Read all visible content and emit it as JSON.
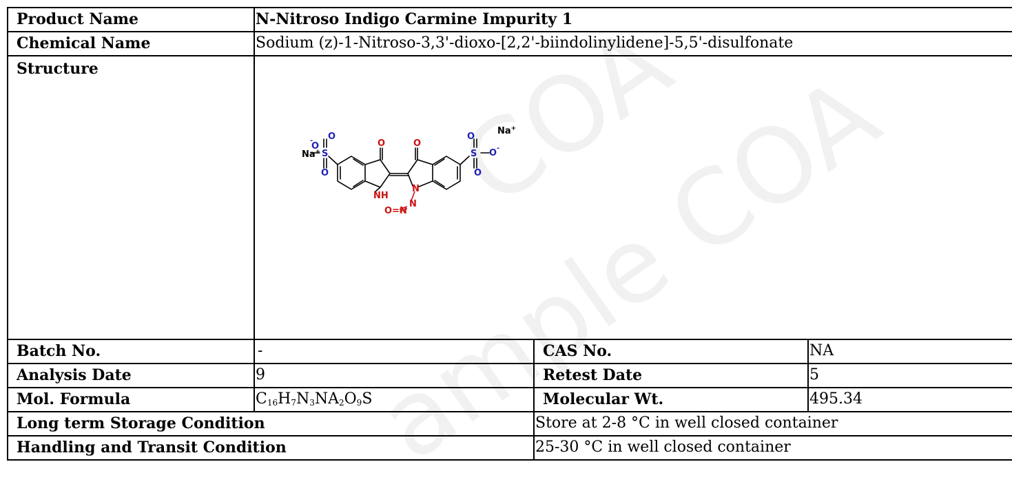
{
  "rows": {
    "product_name": {
      "label": "Product Name",
      "value": "N-Nitroso Indigo Carmine Impurity 1"
    },
    "chemical_name": {
      "label": "Chemical Name",
      "value": "Sodium (z)-1-Nitroso-3,3'-dioxo-[2,2'-biindolinylidene]-5,5'-disulfonate"
    },
    "structure": {
      "label": "Structure"
    },
    "batch_no": {
      "label": "Batch No.",
      "value": "-"
    },
    "cas_no": {
      "label": "CAS No.",
      "value": "NA"
    },
    "analysis_date": {
      "label": "Analysis Date",
      "value": "9"
    },
    "retest_date": {
      "label": "Retest Date",
      "value": "5"
    },
    "mol_formula": {
      "label": "Mol. Formula",
      "parts": [
        {
          "el": "C",
          "n": "16"
        },
        {
          "el": "H",
          "n": "7"
        },
        {
          "el": "N",
          "n": "3"
        },
        {
          "el": "NA",
          "n": "2"
        },
        {
          "el": "O",
          "n": "9"
        },
        {
          "el": "S",
          "n": ""
        }
      ]
    },
    "mol_wt": {
      "label": "Molecular Wt.",
      "value": "495.34"
    },
    "storage": {
      "label": "Long term Storage Condition",
      "value": "Store at 2-8 °C in well closed container"
    },
    "transit": {
      "label": "Handling and Transit Condition",
      "value": "25-30 °C in well closed container"
    }
  },
  "structure_labels": {
    "na1": "Na",
    "na2": "Na",
    "plus": "+",
    "o_minus_left": "O",
    "o_minus_right": "O",
    "minus": "-",
    "s_left": "S",
    "s_right": "S",
    "o_top_left": "O",
    "o_bottom_left": "O",
    "o_top_right": "O",
    "o_bottom_right": "O",
    "o_ketone_left": "O",
    "o_ketone_right": "O",
    "nh": "NH",
    "n_ring": "N",
    "n_nitroso": "N",
    "o_nitroso": "O=N"
  },
  "watermark": {
    "line1": "COA",
    "line2": "ample COA"
  },
  "colors": {
    "sulfonate_blue": "#1f1fb8",
    "nitroso_red": "#cc1111"
  }
}
